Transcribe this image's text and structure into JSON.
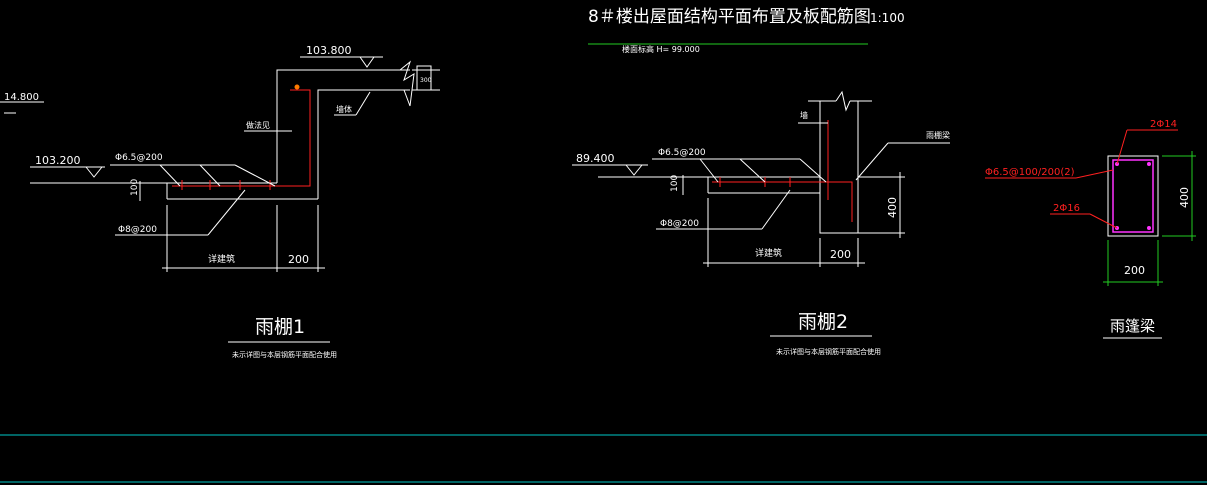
{
  "sheet": {
    "title": "8＃楼出屋面结构平面布置及板配筋图",
    "scale": "1:100",
    "subtitle_note": "楼面标高 H= 99.000"
  },
  "canopy1": {
    "elev_top": "103.800",
    "elev_left": "14.800",
    "elev_slab": "103.200",
    "rebar_top": "Φ6.5@200",
    "rebar_bottom": "Φ8@200",
    "dim_thickness": "100",
    "dim_beam": "200",
    "dim_span": "详建筑",
    "label_parapet": "做法见",
    "label_wall": "墙体",
    "label_dim_right": "300",
    "title": "雨棚1",
    "caption": "未示详图与本层钢筋平面配合使用"
  },
  "canopy2": {
    "elev_slab": "89.400",
    "rebar_top": "Φ6.5@200",
    "rebar_bottom": "Φ8@200",
    "dim_thickness": "100",
    "dim_beam_height": "400",
    "dim_beam": "200",
    "dim_span": "详建筑",
    "label_wall": "墙",
    "label_beam": "雨棚梁",
    "title": "雨棚2",
    "caption": "未示详图与本层钢筋平面配合使用"
  },
  "beam_section": {
    "rebar_top": "2Φ14",
    "stirrup": "Φ6.5@100/200(2)",
    "rebar_bottom": "2Φ16",
    "dim_height": "400",
    "dim_width": "200",
    "title": "雨篷梁"
  },
  "colors": {
    "background": "#000000",
    "line": "#ffffff",
    "rebar": "#ff2020",
    "leader_green": "#22cc22",
    "stirrup_magenta": "#ff33ff",
    "border_cyan": "#00c8c8"
  }
}
